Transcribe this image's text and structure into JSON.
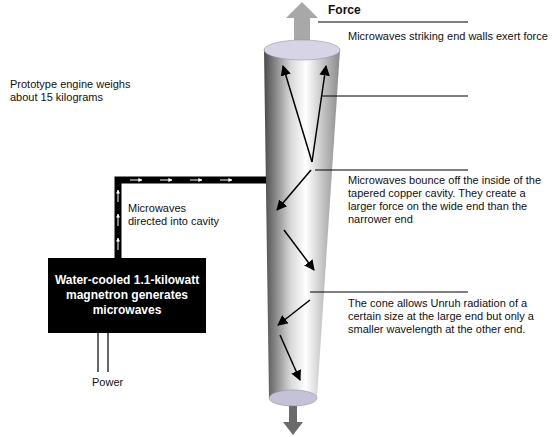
{
  "diagram": {
    "nodes": [
      {
        "text": [
          "Water-cooled 1.1-kilowatt magnetron generates microwaves"
        ]
      }
    ],
    "labels": [
      "Force",
      "Prototype engine weighs about 15 kilograms",
      "Microwaves striking end walls exert force",
      "Microwaves bounce off the inside of the tapered copper cavity. They create a larger force on the wide end than the narrower end",
      "The cone allows Unruh radiation of a certain size at the large end but only a smaller wavelength at the other end.",
      "Microwaves directed into cavity",
      "Power"
    ]
  }
}
